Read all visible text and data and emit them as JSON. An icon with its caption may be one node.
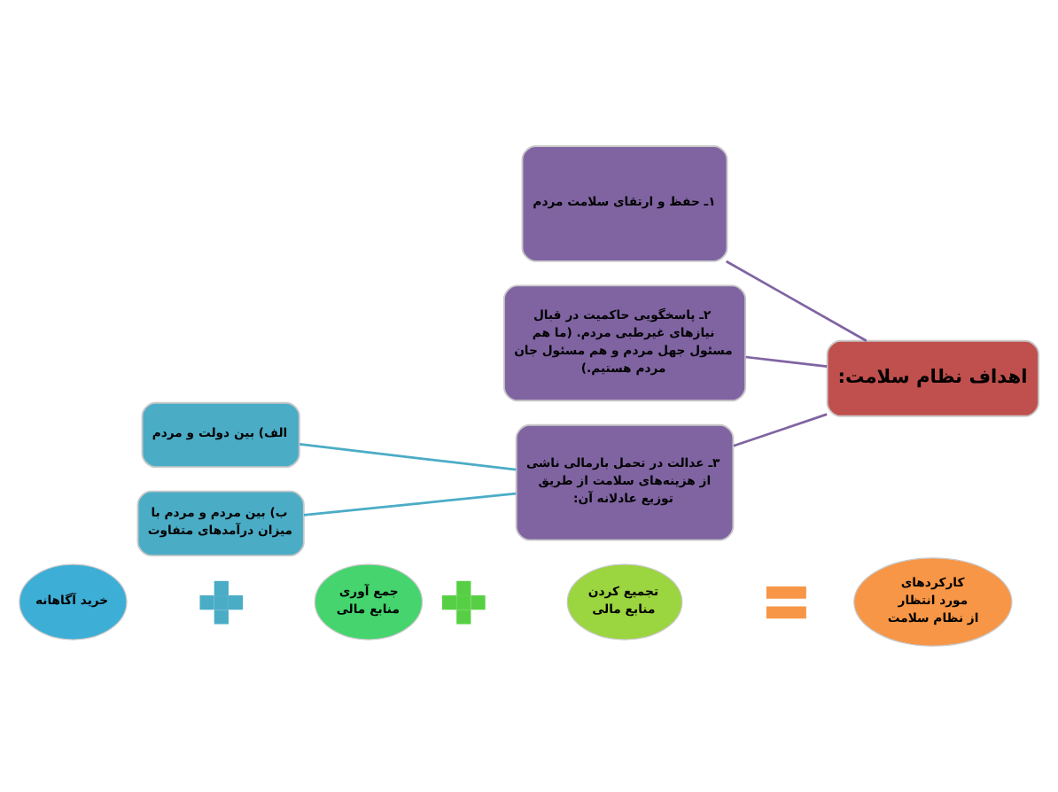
{
  "diagram": {
    "nodes": [
      {
        "text": [
          "اهداف نظام سلامت:"
        ]
      },
      {
        "text": [
          "۱ـ حفظ و ارتقای سلامت مردم"
        ]
      },
      {
        "text": [
          "۲ـ پاسخگویی حاکمیت در قبال نیازهای غیرطبی مردم. (ما هم مسئول جهل مردم و هم مسئول جان مردم هستیم.)"
        ]
      },
      {
        "text": [
          "۳ـ عدالت در تحمل بارمالی ناشی از هزینه‌های سلامت از طریق توزیع عادلانه آن:"
        ]
      },
      {
        "text": [
          "الف) بین دولت و مردم"
        ]
      },
      {
        "text": [
          "ب) بین مردم و مردم با میزان درآمدهای متفاوت"
        ]
      },
      {
        "text": [
          "کارکردهای مورد انتظار از نظام سلامت"
        ]
      },
      {
        "text": [],
        "shape": "equals"
      },
      {
        "text": [
          "تجمیع کردن منابع مالی"
        ]
      },
      {
        "text": [],
        "shape": "plus"
      },
      {
        "text": [
          "جمع آوری منابع مالی"
        ]
      },
      {
        "text": [],
        "shape": "plus"
      },
      {
        "text": [
          "خرید آگاهانه"
        ]
      }
    ],
    "edges": [
      {
        "from": 0,
        "to": 1,
        "arrow": "none"
      },
      {
        "from": 0,
        "to": 2,
        "arrow": "none"
      },
      {
        "from": 0,
        "to": 3,
        "arrow": "none"
      },
      {
        "from": 3,
        "to": 4,
        "arrow": "none",
        "color": "#4bacc6"
      },
      {
        "from": 3,
        "to": 5,
        "arrow": "none",
        "color": "#4bacc6"
      }
    ]
  }
}
